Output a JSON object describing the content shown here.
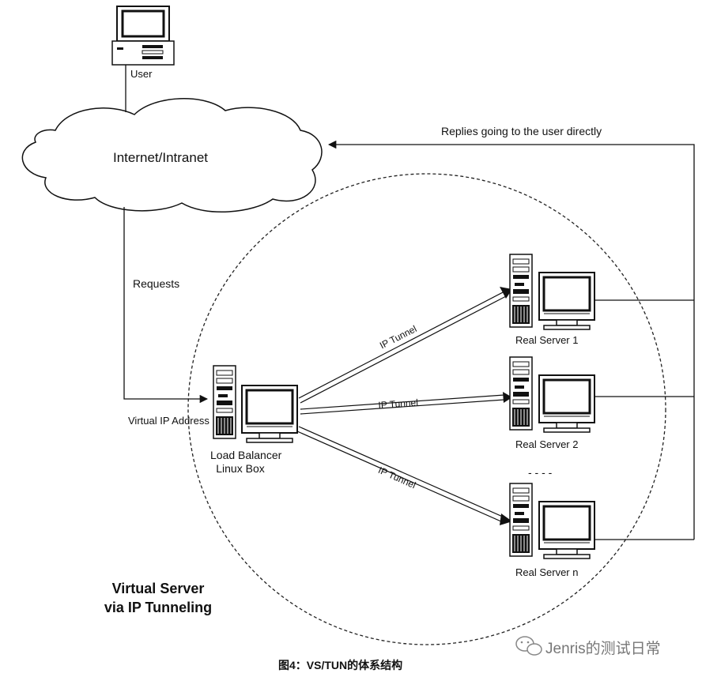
{
  "nodes": {
    "user": "User",
    "internet": "Internet/Intranet",
    "lb_line1": "Load Balancer",
    "lb_line2": "Linux Box",
    "rs1": "Real Server 1",
    "rs2": "Real Server 2",
    "rsn": "Real Server n",
    "ellipsis": "- - - -"
  },
  "edges": {
    "requests": "Requests",
    "replies": "Replies going to the user directly",
    "vip": "Virtual IP Address",
    "tunnel": "IP Tunnel"
  },
  "title": {
    "line1": "Virtual Server",
    "line2": "via IP Tunneling"
  },
  "caption": "图4：VS/TUN的体系结构",
  "watermark": "Jenris的测试日常"
}
